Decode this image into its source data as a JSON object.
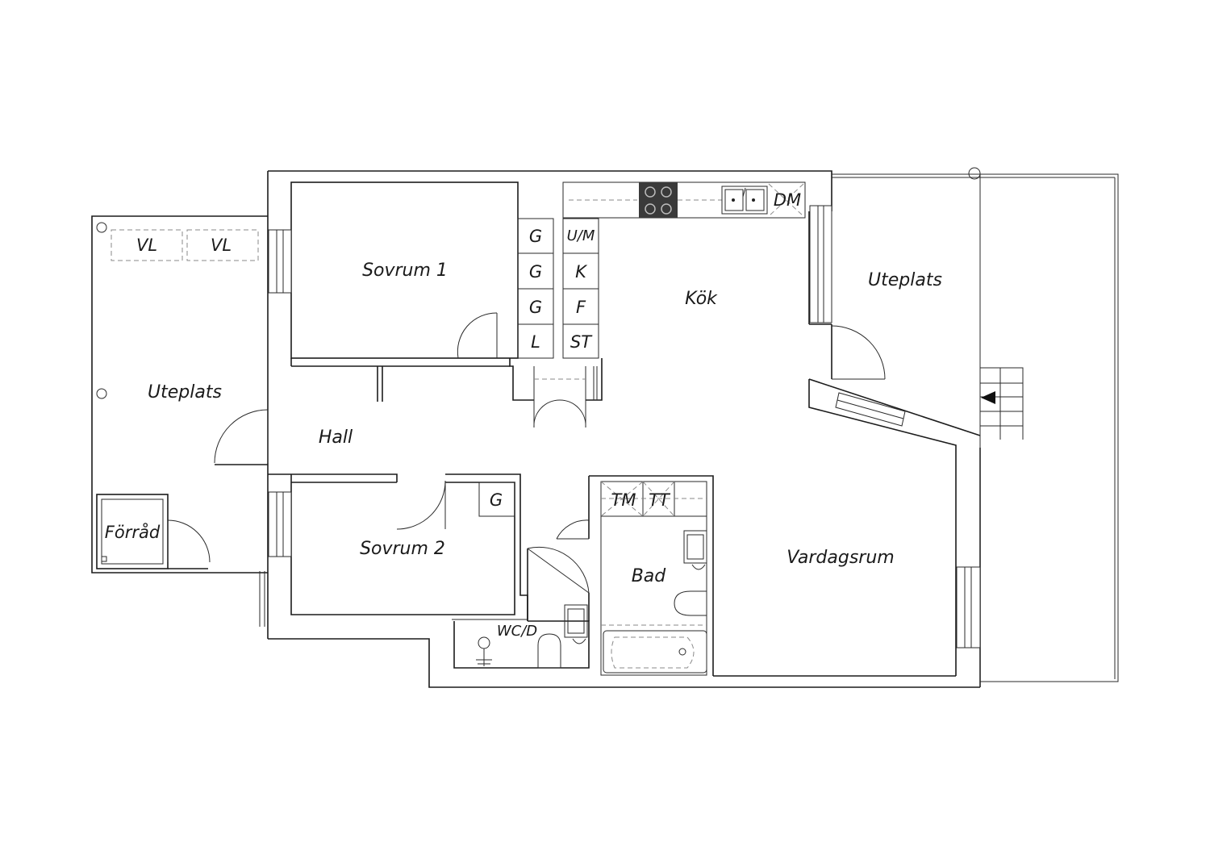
{
  "rooms": {
    "sovrum1": "Sovrum 1",
    "sovrum2": "Sovrum 2",
    "kok": "Kök",
    "hall": "Hall",
    "vardagsrum": "Vardagsrum",
    "bad": "Bad",
    "wc": "WC/D",
    "forrad": "Förråd",
    "uteplats_left": "Uteplats",
    "uteplats_right": "Uteplats"
  },
  "fixtures": {
    "vl1": "VL",
    "vl2": "VL",
    "g1": "G",
    "g2": "G",
    "g3": "G",
    "l": "L",
    "um": "U/M",
    "k": "K",
    "f": "F",
    "st": "ST",
    "dm": "DM",
    "tm": "TM",
    "tt": "TT",
    "g_sovrum2": "G"
  },
  "colors": {
    "line": "#1c1c1c",
    "stove": "#3a3a3a",
    "background": "#ffffff"
  }
}
